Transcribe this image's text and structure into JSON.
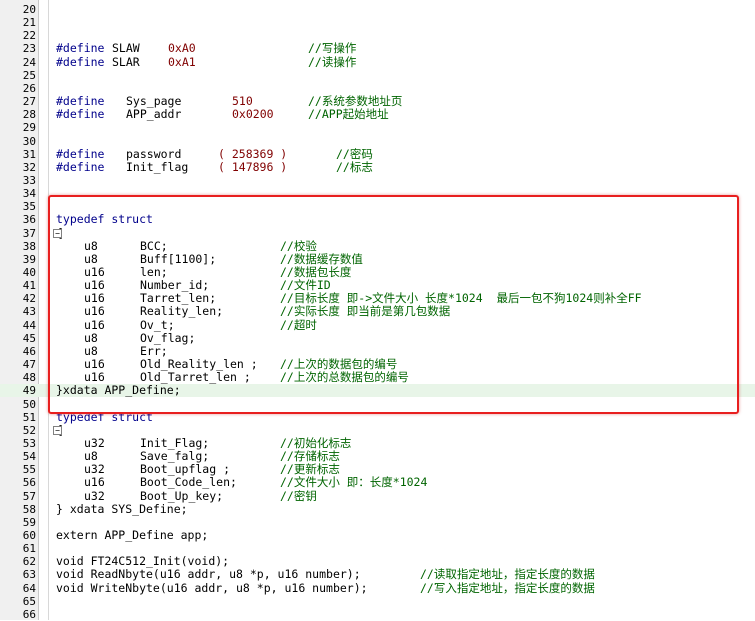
{
  "lines": [
    {
      "n": "20",
      "parts": []
    },
    {
      "n": "21",
      "parts": []
    },
    {
      "n": "22",
      "parts": []
    },
    {
      "n": "23",
      "parts": [
        [
          "kw",
          "#define"
        ],
        [
          "",
          "SLAW"
        ],
        [
          "num",
          "0xA0"
        ],
        [
          "cm",
          "//写操作"
        ]
      ]
    },
    {
      "n": "24",
      "parts": [
        [
          "kw",
          "#define"
        ],
        [
          "",
          "SLAR"
        ],
        [
          "num",
          "0xA1"
        ],
        [
          "cm",
          "//读操作"
        ]
      ]
    },
    {
      "n": "25",
      "parts": []
    },
    {
      "n": "26",
      "parts": []
    },
    {
      "n": "27",
      "parts": [
        [
          "kw",
          "#define"
        ],
        [
          "",
          "Sys_page"
        ],
        [
          "num",
          "510"
        ],
        [
          "cm",
          "//系统参数地址页"
        ]
      ]
    },
    {
      "n": "28",
      "parts": [
        [
          "kw",
          "#define"
        ],
        [
          "",
          "APP_addr"
        ],
        [
          "num",
          "0x0200"
        ],
        [
          "cm",
          "//APP起始地址"
        ]
      ]
    },
    {
      "n": "29",
      "parts": []
    },
    {
      "n": "30",
      "parts": []
    },
    {
      "n": "31",
      "parts": [
        [
          "kw",
          "#define"
        ],
        [
          "",
          "password"
        ],
        [
          "num",
          "( 258369 )"
        ],
        [
          "cm",
          "//密码"
        ]
      ]
    },
    {
      "n": "32",
      "parts": [
        [
          "kw",
          "#define"
        ],
        [
          "",
          "Init_flag"
        ],
        [
          "num",
          "( 147896 )"
        ],
        [
          "cm",
          "//标志"
        ]
      ]
    },
    {
      "n": "33",
      "parts": []
    },
    {
      "n": "34",
      "parts": []
    },
    {
      "n": "35",
      "parts": []
    },
    {
      "n": "36",
      "parts": [
        [
          "kw",
          "typedef struct"
        ]
      ]
    },
    {
      "n": "37",
      "parts": [
        [
          "",
          "{"
        ]
      ]
    },
    {
      "n": "38",
      "parts": [
        [
          "",
          "u8"
        ],
        [
          "",
          "BCC;"
        ],
        [
          "cm",
          "//校验"
        ]
      ]
    },
    {
      "n": "39",
      "parts": [
        [
          "",
          "u8"
        ],
        [
          "",
          "Buff[1100];"
        ],
        [
          "cm",
          "//数据缓存数值"
        ]
      ]
    },
    {
      "n": "40",
      "parts": [
        [
          "",
          "u16"
        ],
        [
          "",
          "len;"
        ],
        [
          "cm",
          "//数据包长度"
        ]
      ]
    },
    {
      "n": "41",
      "parts": [
        [
          "",
          "u16"
        ],
        [
          "",
          "Number_id;"
        ],
        [
          "cm",
          "//文件ID"
        ]
      ]
    },
    {
      "n": "42",
      "parts": [
        [
          "",
          "u16"
        ],
        [
          "",
          "Tarret_len;"
        ],
        [
          "cm",
          "//目标长度 即->文件大小 长度*1024  最后一包不狗1024则补全FF"
        ]
      ]
    },
    {
      "n": "43",
      "parts": [
        [
          "",
          "u16"
        ],
        [
          "",
          "Reality_len;"
        ],
        [
          "cm",
          "//实际长度 即当前是第几包数据"
        ]
      ]
    },
    {
      "n": "44",
      "parts": [
        [
          "",
          "u16"
        ],
        [
          "",
          "Ov_t;"
        ],
        [
          "cm",
          "//超时"
        ]
      ]
    },
    {
      "n": "45",
      "parts": [
        [
          "",
          "u8"
        ],
        [
          "",
          "Ov_flag;"
        ]
      ]
    },
    {
      "n": "46",
      "parts": [
        [
          "",
          "u8"
        ],
        [
          "",
          "Err;"
        ]
      ]
    },
    {
      "n": "47",
      "parts": [
        [
          "",
          "u16"
        ],
        [
          "",
          "Old_Reality_len ;"
        ],
        [
          "cm",
          "//上次的数据包的编号"
        ]
      ]
    },
    {
      "n": "48",
      "parts": [
        [
          "",
          "u16"
        ],
        [
          "",
          "Old_Tarret_len ;"
        ],
        [
          "cm",
          "//上次的总数据包的编号"
        ]
      ]
    },
    {
      "n": "49",
      "parts": [
        [
          "",
          "}xdata APP_Define;"
        ]
      ]
    },
    {
      "n": "50",
      "parts": []
    },
    {
      "n": "51",
      "parts": [
        [
          "kw",
          "typedef struct"
        ]
      ]
    },
    {
      "n": "52",
      "parts": [
        [
          "",
          "{"
        ]
      ]
    },
    {
      "n": "53",
      "parts": [
        [
          "",
          "u32"
        ],
        [
          "",
          "Init_Flag;"
        ],
        [
          "cm",
          "//初始化标志"
        ]
      ]
    },
    {
      "n": "54",
      "parts": [
        [
          "",
          "u8"
        ],
        [
          "",
          "Save_falg;"
        ],
        [
          "cm",
          "//存储标志"
        ]
      ]
    },
    {
      "n": "55",
      "parts": [
        [
          "",
          "u32"
        ],
        [
          "",
          "Boot_upflag ;"
        ],
        [
          "cm",
          "//更新标志"
        ]
      ]
    },
    {
      "n": "56",
      "parts": [
        [
          "",
          "u16"
        ],
        [
          "",
          "Boot_Code_len;"
        ],
        [
          "cm",
          "//文件大小 即：长度*1024"
        ]
      ]
    },
    {
      "n": "57",
      "parts": [
        [
          "",
          "u32"
        ],
        [
          "",
          "Boot_Up_key;"
        ],
        [
          "cm",
          "//密钥"
        ]
      ]
    },
    {
      "n": "58",
      "parts": [
        [
          "",
          "} xdata SYS_Define;"
        ]
      ]
    },
    {
      "n": "59",
      "parts": []
    },
    {
      "n": "60",
      "parts": [
        [
          "",
          "extern APP_Define app;"
        ]
      ]
    },
    {
      "n": "61",
      "parts": []
    },
    {
      "n": "62",
      "parts": [
        [
          "",
          "void FT24C512_Init(void);"
        ]
      ]
    },
    {
      "n": "63",
      "parts": [
        [
          "",
          "void ReadNbyte(u16 addr, u8 *p, u16 number);"
        ],
        [
          "cm",
          "//读取指定地址，指定长度的数据"
        ]
      ]
    },
    {
      "n": "64",
      "parts": [
        [
          "",
          "void WriteNbyte(u16 addr, u8 *p, u16 number);"
        ],
        [
          "cm",
          "//写入指定地址，指定长度的数据"
        ]
      ]
    },
    {
      "n": "65",
      "parts": []
    },
    {
      "n": "66",
      "parts": []
    }
  ]
}
